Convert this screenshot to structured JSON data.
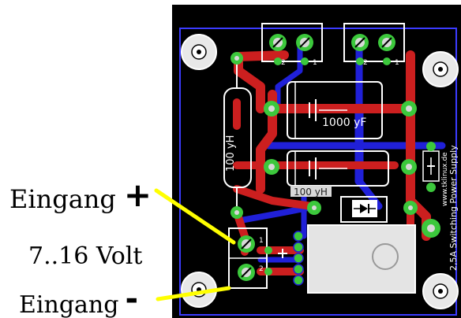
{
  "annotations": {
    "input_plus_label": "Eingang",
    "input_plus_symbol": "+",
    "voltage_label": "7..16 Volt",
    "input_minus_label": "Eingang",
    "input_minus_symbol": "-"
  },
  "board": {
    "title": "2,5A Switching Power Supply",
    "website": "www.tklinux.de",
    "components": {
      "inductor_vertical": "100 yH",
      "capacitor_top": "1000 yF",
      "inductor_lower": "100 yH"
    },
    "pin_labels": {
      "terminal_top_left_pin2": "2",
      "terminal_top_left_pin1": "1",
      "terminal_top_right_pin2": "2",
      "terminal_top_right_pin1": "1",
      "terminal_input_pin1": "1",
      "terminal_input_pin2": "2"
    }
  },
  "colors": {
    "board_background": "#000000",
    "top_copper": "#cc1f1f",
    "bottom_copper": "#2020d8",
    "pads": "#3cc83c",
    "silkscreen": "#ffffff",
    "board_outline": "#3b3bff",
    "callout_lines": "#ffff00"
  }
}
